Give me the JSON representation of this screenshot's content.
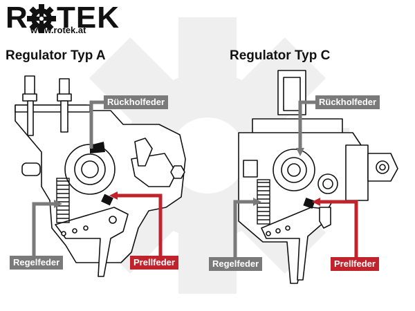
{
  "brand": {
    "logo_text_start": "R",
    "logo_text_end": "TEK",
    "url": "www.rotek.at"
  },
  "diagrams": [
    {
      "title": "Regulator Typ A",
      "labels": {
        "return_spring": "Rückholfeder",
        "governor_spring": "Regelfeder",
        "bumper_spring": "Prellfeder"
      }
    },
    {
      "title": "Regulator Typ C",
      "labels": {
        "return_spring": "Rückholfeder",
        "governor_spring": "Regelfeder",
        "bumper_spring": "Prellfeder"
      }
    }
  ],
  "colors": {
    "label_gray": "#7a7a7a",
    "label_red": "#c0232c",
    "line": "#111111",
    "watermark": "#efefef"
  }
}
